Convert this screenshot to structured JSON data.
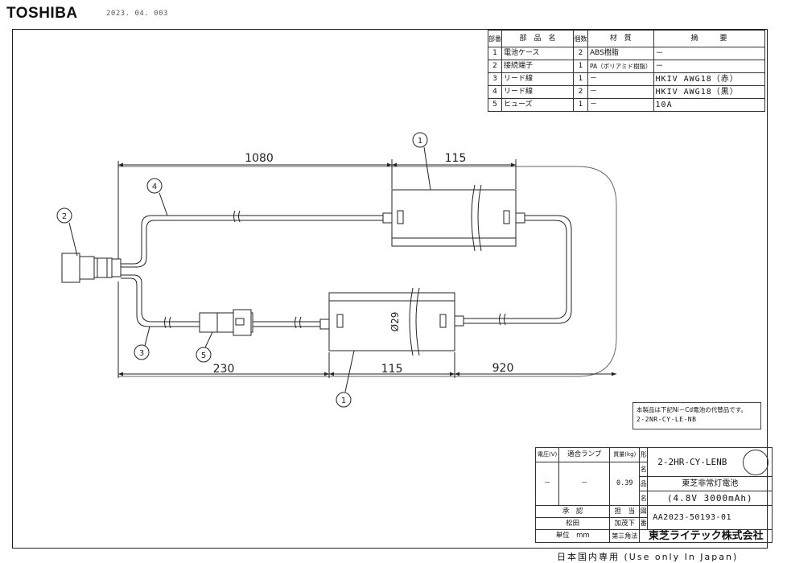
{
  "header": {
    "logo": "TOSHIBA",
    "doc_number": "2023. 04. 003"
  },
  "parts_table": {
    "headers": [
      "部番",
      "部　品　名",
      "個数",
      "材　質",
      "摘　　　要"
    ],
    "rows": [
      [
        "1",
        "電池ケース",
        "2",
        "ABS樹脂",
        "－"
      ],
      [
        "2",
        "接続端子",
        "1",
        "PA（ポリアミド樹脂）",
        "－"
      ],
      [
        "3",
        "リード線",
        "1",
        "－",
        "HKIV AWG18（赤）"
      ],
      [
        "4",
        "リード線",
        "2",
        "－",
        "HKIV AWG18（黒）"
      ],
      [
        "5",
        "ヒューズ",
        "1",
        "－",
        "10A"
      ]
    ]
  },
  "drawing": {
    "dims": {
      "top_left": "1080",
      "top_right": "115",
      "bottom_left": "230",
      "bottom_mid": "115",
      "bottom_right": "920",
      "diameter": "Ø29"
    },
    "callouts": [
      "1",
      "2",
      "3",
      "4",
      "5",
      "1"
    ]
  },
  "note": {
    "line1": "本製品は下記Ni－Cd電池の代替品です。",
    "line2": "2-2NR-CY-LE-NB"
  },
  "title_block": {
    "col_voltage": "電圧(V)",
    "col_lamp": "適合ランプ",
    "col_mass": "質量(kg)",
    "lbl_form": "形",
    "lbl_name": "名",
    "lbl_item": "品",
    "lbl_name2": "名",
    "lbl_fig": "図",
    "lbl_num": "番",
    "model": "2-2HR-CY-LENB",
    "voltage_value": "－",
    "lamp_value": "－",
    "mass_value": "0.39",
    "product_name_1": "東芝非常灯電池",
    "product_name_2": "(4.8V 3000mAh)",
    "approve_label": "承　認",
    "charge_label": "担　当",
    "approver": "松田",
    "person": "加茂下",
    "unit_label": "単位　mm",
    "projection": "第三角法",
    "drawing_no": "AA2023-50193-01",
    "company": "東芝ライテック株式会社"
  },
  "footer": "日本国内専用 (Use only In Japan)"
}
